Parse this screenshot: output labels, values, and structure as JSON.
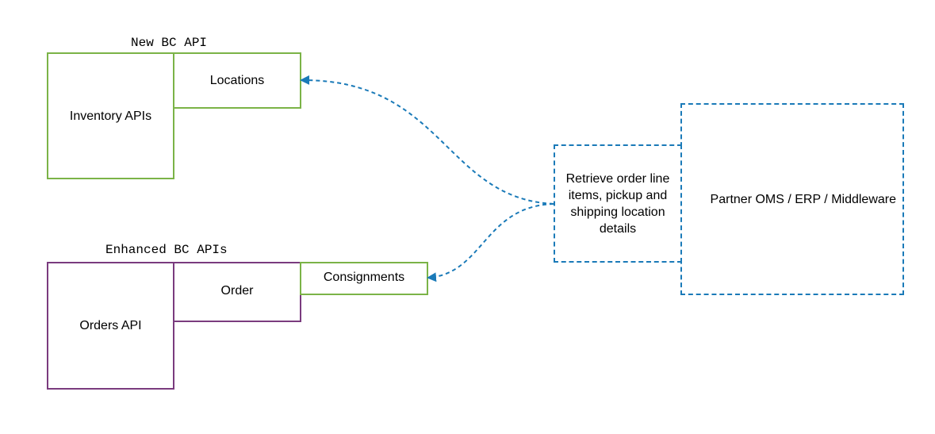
{
  "groups": {
    "new_api": {
      "caption": "New BC API",
      "inventory": "Inventory APIs",
      "locations": "Locations"
    },
    "enhanced_api": {
      "caption": "Enhanced BC APIs",
      "orders": "Orders API",
      "order": "Order",
      "consignments": "Consignments"
    }
  },
  "process": {
    "label": "Retrieve order line items, pickup and shipping  location details"
  },
  "partner": {
    "label": "Partner OMS / ERP / Middleware"
  },
  "colors": {
    "green": "#7bb347",
    "purple": "#7a3b7e",
    "blue": "#1a7ab8"
  }
}
